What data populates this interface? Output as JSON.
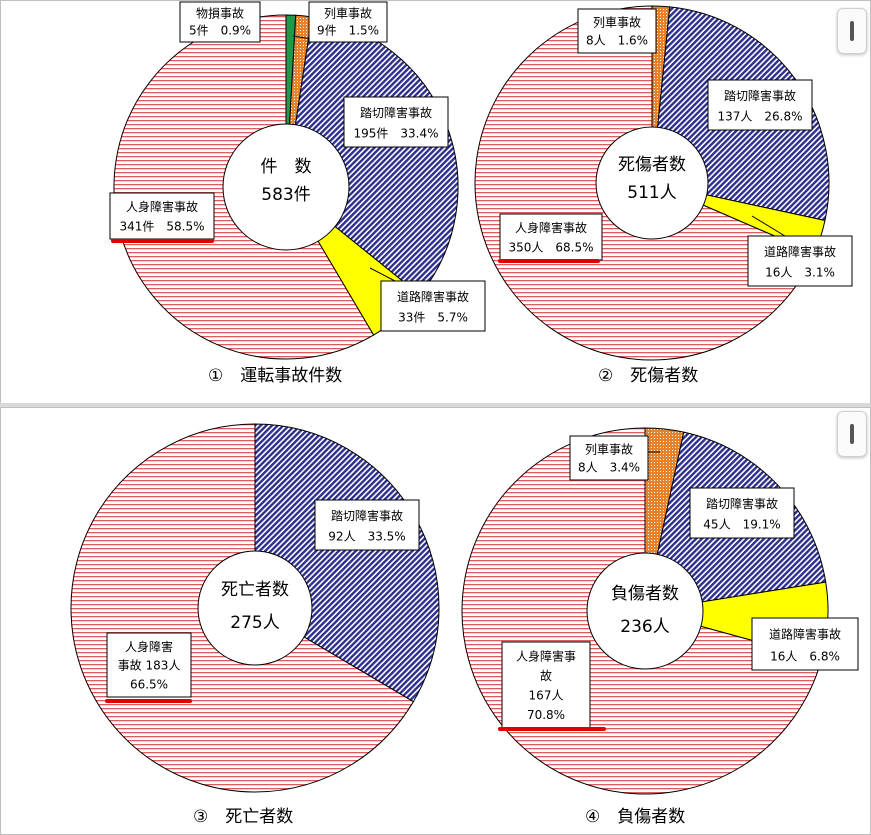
{
  "colors": {
    "person": "#e05c5c",
    "crossing": "#2d2f8f",
    "road": "#ffff00",
    "train": "#e8822a",
    "property": "#1f9a4a",
    "underline": "#e00000"
  },
  "chart_data": [
    {
      "type": "pie",
      "caption": "①　運転事故件数",
      "center": [
        "件　数",
        "583件"
      ],
      "total": 583,
      "slices": [
        {
          "key": "property",
          "name": "物損事故",
          "count_text": "5件",
          "value": 0.9
        },
        {
          "key": "train",
          "name": "列車事故",
          "count_text": "9件",
          "value": 1.5
        },
        {
          "key": "crossing",
          "name": "踏切障害事故",
          "count_text": "195件",
          "value": 33.4
        },
        {
          "key": "road",
          "name": "道路障害事故",
          "count_text": "33件",
          "value": 5.7
        },
        {
          "key": "person",
          "name": "人身障害事故",
          "count_text": "341件",
          "value": 58.5
        }
      ]
    },
    {
      "type": "pie",
      "caption": "②　死傷者数",
      "center": [
        "死傷者数",
        "511人"
      ],
      "total": 511,
      "slices": [
        {
          "key": "train",
          "name": "列車事故",
          "count_text": "8人",
          "value": 1.6
        },
        {
          "key": "crossing",
          "name": "踏切障害事故",
          "count_text": "137人",
          "value": 26.8
        },
        {
          "key": "road",
          "name": "道路障害事故",
          "count_text": "16人",
          "value": 3.1
        },
        {
          "key": "person",
          "name": "人身障害事故",
          "count_text": "350人",
          "value": 68.5
        }
      ]
    },
    {
      "type": "pie",
      "caption": "③　死亡者数",
      "center": [
        "死亡者数",
        "275人"
      ],
      "total": 275,
      "slices": [
        {
          "key": "crossing",
          "name": "踏切障害事故",
          "count_text": "92人",
          "value": 33.5
        },
        {
          "key": "person",
          "name": "人身障害事故",
          "count_text": "183人",
          "value": 66.5
        }
      ]
    },
    {
      "type": "pie",
      "caption": "④　負傷者数",
      "center": [
        "負傷者数",
        "236人"
      ],
      "total": 236,
      "slices": [
        {
          "key": "train",
          "name": "列車事故",
          "count_text": "8人",
          "value": 3.4
        },
        {
          "key": "crossing",
          "name": "踏切障害事故",
          "count_text": "45人",
          "value": 19.1
        },
        {
          "key": "road",
          "name": "道路障害事故",
          "count_text": "16人",
          "value": 6.8
        },
        {
          "key": "person",
          "name": "人身障害事故",
          "count_text": "167人",
          "value": 70.8
        }
      ]
    }
  ],
  "callouts": {
    "c1": {
      "property": [
        "物損事故",
        "5件　0.9%"
      ],
      "train": [
        "列車事故",
        "9件　1.5%"
      ],
      "crossing": [
        "踏切障害事故",
        "195件　33.4%"
      ],
      "road": [
        "道路障害事故",
        "33件　5.7%"
      ],
      "person": [
        "人身障害事故",
        "341件　58.5%"
      ]
    },
    "c2": {
      "train": [
        "列車事故",
        "8人　1.6%"
      ],
      "crossing": [
        "踏切障害事故",
        "137人　26.8%"
      ],
      "road": [
        "道路障害事故",
        "16人　3.1%"
      ],
      "person": [
        "人身障害事故",
        "350人　68.5%"
      ]
    },
    "c3": {
      "crossing": [
        "踏切障害事故",
        "92人　33.5%"
      ],
      "person": [
        "人身障害",
        "事故 183人",
        "66.5%"
      ]
    },
    "c4": {
      "train": [
        "列車事故",
        "8人　3.4%"
      ],
      "crossing": [
        "踏切障害事故",
        "45人　19.1%"
      ],
      "road": [
        "道路障害事故",
        "16人　6.8%"
      ],
      "person": [
        "人身障害事",
        "故",
        "167人",
        "70.8%"
      ]
    }
  }
}
